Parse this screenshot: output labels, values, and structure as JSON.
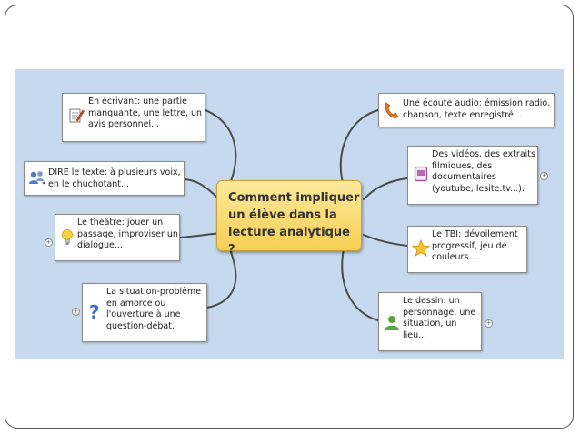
{
  "mindmap": {
    "center_title": "Comment impliquer un élève dans la lecture analytique ?",
    "nodes": [
      {
        "id": "ecrivant",
        "text": "En écrivant: une partie manquante, une lettre, un avis personnel...",
        "icon": "pencil-notepad-icon"
      },
      {
        "id": "dire",
        "text": "DIRE le texte: à plusieurs voix, en le chuchotant...",
        "icon": "people-speaking-icon"
      },
      {
        "id": "theatre",
        "text": "Le théâtre: jouer un passage, improviser un dialogue...",
        "icon": "lightbulb-icon"
      },
      {
        "id": "situation",
        "text": "La situation-problème en amorce ou l'ouverture à une question-débat.",
        "icon": "question-mark-icon"
      },
      {
        "id": "audio",
        "text": "Une écoute audio: émission radio, chanson, texte enregistré...",
        "icon": "telephone-icon"
      },
      {
        "id": "videos",
        "text": "Des vidéos, des extraits filmiques, des documentaires (youtube, lesite.tv...).",
        "icon": "video-note-icon"
      },
      {
        "id": "tbi",
        "text": "Le TBI: dévoilement progressif, jeu de couleurs....",
        "icon": "star-icon"
      },
      {
        "id": "dessin",
        "text": "Le dessin: un personnage, une situation, un lieu...",
        "icon": "person-icon"
      }
    ],
    "colors": {
      "background": "#c6d9ee",
      "center_fill": "#f6cf55",
      "branch": "#4a4a4a"
    }
  }
}
